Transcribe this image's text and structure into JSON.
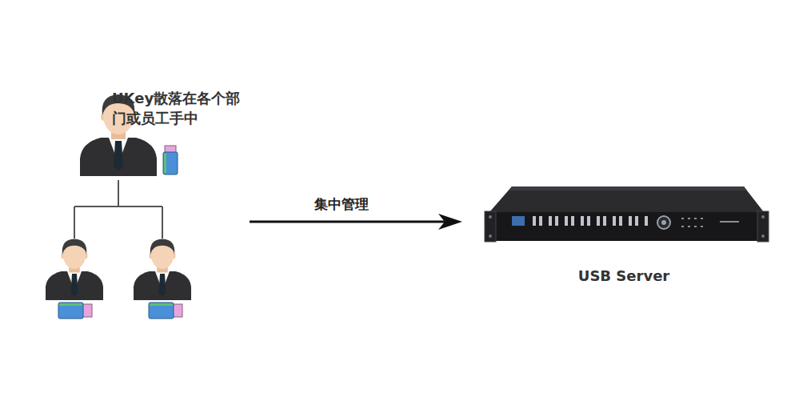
{
  "diagram": {
    "nodes": [
      {
        "text": [
          "UKey散落在各个部门或员工手中"
        ]
      },
      {
        "text": [
          "USB Server"
        ]
      }
    ],
    "edges": [
      {
        "from": 0,
        "to": 1,
        "label": "集中管理",
        "arrow": "to"
      }
    ]
  }
}
